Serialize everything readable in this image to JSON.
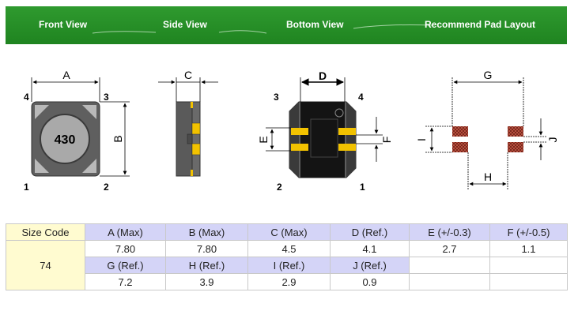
{
  "header": {
    "tabs": [
      "Front View",
      "Side View",
      "Bottom View",
      "Recommend Pad Layout"
    ]
  },
  "drawing": {
    "front": {
      "marking": "430",
      "dim_a": "A",
      "dim_b": "B",
      "pins": [
        "4",
        "3",
        "1",
        "2"
      ]
    },
    "side": {
      "dim_c": "C"
    },
    "bottom": {
      "dim_d": "D",
      "dim_e": "E",
      "dim_f": "F",
      "pins": [
        "3",
        "4",
        "2",
        "1"
      ]
    },
    "pad": {
      "dim_g": "G",
      "dim_h": "H",
      "dim_i": "I",
      "dim_j": "J"
    }
  },
  "table": {
    "size_code_label": "Size Code",
    "size_code_value": "74",
    "row1_headers": [
      "A (Max)",
      "B (Max)",
      "C  (Max)",
      "D  (Ref.)",
      "E (+/-0.3)",
      "F (+/-0.5)"
    ],
    "row1_values": [
      "7.80",
      "7.80",
      "4.5",
      "4.1",
      "2.7",
      "1.1"
    ],
    "row2_headers": [
      "G (Ref.)",
      "H (Ref.)",
      "I (Ref.)",
      "J (Ref.)"
    ],
    "row2_values": [
      "7.2",
      "3.9",
      "2.9",
      "0.9"
    ]
  },
  "colors": {
    "banner": "#23892a",
    "header_cell": "#d4d4f7",
    "size_cell": "#fffbd0",
    "pad": "#b04a3a",
    "terminal": "#f2c200"
  }
}
